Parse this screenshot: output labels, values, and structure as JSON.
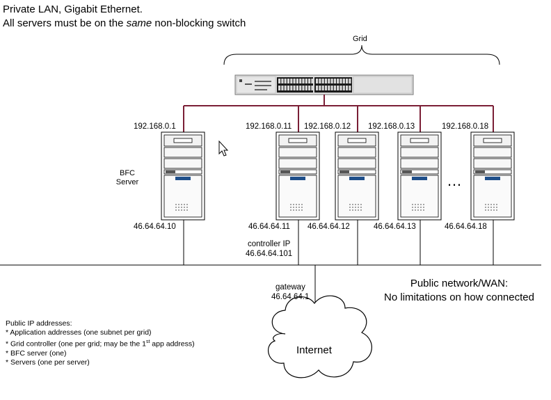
{
  "header": {
    "line1": "Private LAN, Gigabit Ethernet.",
    "line2_pre": "All servers must be on the ",
    "line2_em": "same",
    "line2_post": " non-blocking switch"
  },
  "grid_label": "Grid",
  "bfc_server": {
    "label_line1": "BFC",
    "label_line2": "Server",
    "private_ip": "192.168.0.1",
    "public_ip": "46.64.64.10"
  },
  "grid_servers": [
    {
      "private_ip": "192.168.0.11",
      "public_ip": "46.64.64.11"
    },
    {
      "private_ip": "192.168.0.12",
      "public_ip": "46.64.64.12"
    },
    {
      "private_ip": "192.168.0.13",
      "public_ip": "46.64.64.13"
    },
    {
      "private_ip": "192.168.0.18",
      "public_ip": "46.64.64.18"
    }
  ],
  "ellipsis": "…",
  "controller": {
    "label": "controller IP",
    "ip": "46.64.64.101"
  },
  "gateway": {
    "label": "gateway",
    "ip": "46.64.64.1"
  },
  "public_network": {
    "line1": "Public network/WAN:",
    "line2": "No limitations on how connected"
  },
  "internet_label": "Internet",
  "notes": {
    "heading": "Public IP addresses:",
    "item1": "* Application addresses (one subnet per grid)",
    "item2_pre": "* Grid controller (one per grid; may be the 1",
    "item2_sup": "st",
    "item2_post": " app  address)",
    "item3": "* BFC server (one)",
    "item4": "* Servers (one per server)"
  },
  "colors": {
    "private_lan": "#7a1e35",
    "public_lan": "#000000",
    "switch_body": "#d8d8d8",
    "port_block": "#1a1a1a",
    "server_stripe": "#1f4f8a"
  }
}
